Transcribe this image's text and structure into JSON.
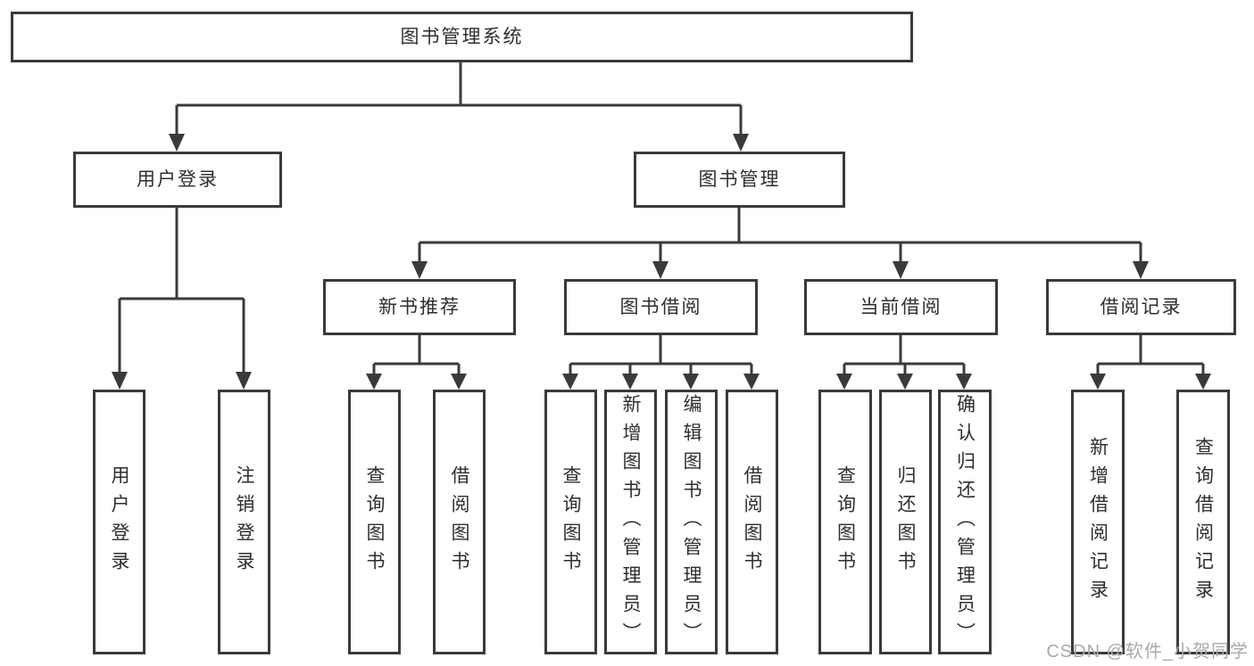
{
  "tree": {
    "root": "图书管理系统",
    "level2": [
      "用户登录",
      "图书管理"
    ],
    "level3": [
      "新书推荐",
      "图书借阅",
      "当前借阅",
      "借阅记录"
    ],
    "leaves_user_login": [
      "用户登录",
      "注销登录"
    ],
    "leaves_new_book": [
      "查询图书",
      "借阅图书"
    ],
    "leaves_book_borrow": [
      "查询图书",
      "新增图书（管理员）",
      "编辑图书（管理员）",
      "借阅图书"
    ],
    "leaves_current_borrow": [
      "查询图书",
      "归还图书",
      "确认归还（管理员）"
    ],
    "leaves_borrow_record": [
      "新增借阅记录",
      "查询借阅记录"
    ]
  },
  "watermark": "CSDN @软件_小贺同学",
  "colors": {
    "line": "#3a3a3a",
    "box_border": "#3a3a3a",
    "text": "#2e2e2e",
    "watermark": "#aaaaaa",
    "background": "#ffffff"
  }
}
